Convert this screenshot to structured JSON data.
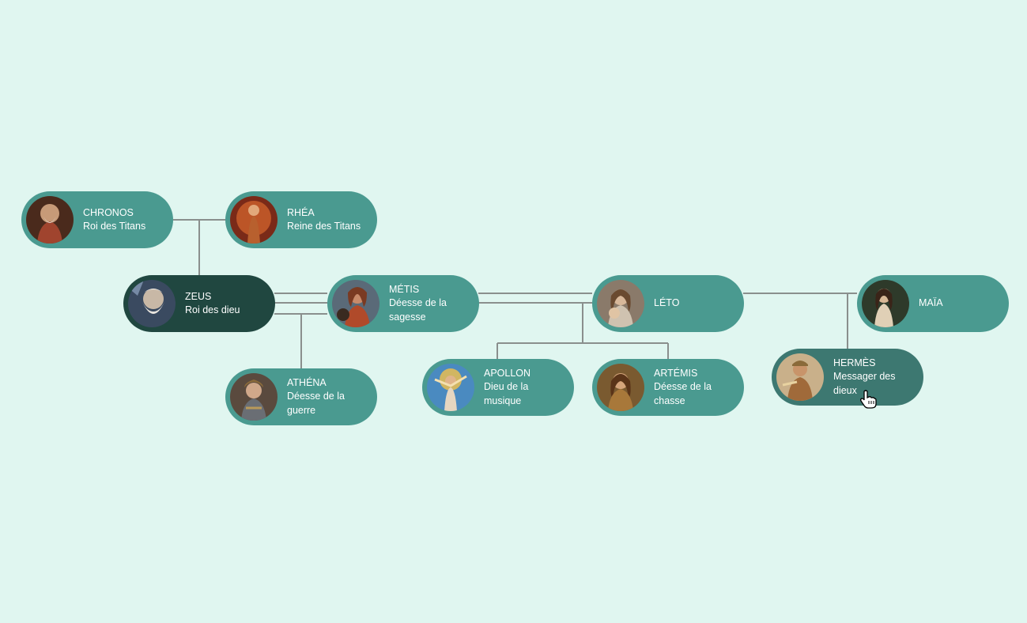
{
  "colors": {
    "background": "#e0f6f0",
    "node": "#4a9a90",
    "node_selected": "#204740",
    "node_hover": "#3d7871",
    "connector": "#8a8f8d",
    "text": "#ffffff"
  },
  "nodes": {
    "chronos": {
      "name": "CHRONOS",
      "title": "Roi des Titans",
      "avatar_icon": "chronos-portrait-icon"
    },
    "rhea": {
      "name": "RHÉA",
      "title": "Reine des Titans",
      "avatar_icon": "rhea-portrait-icon"
    },
    "zeus": {
      "name": "ZEUS",
      "title": "Roi des dieu",
      "avatar_icon": "zeus-portrait-icon",
      "selected": true
    },
    "metis": {
      "name": "MÉTIS",
      "title": "Déesse de la sagesse",
      "avatar_icon": "metis-portrait-icon"
    },
    "athena": {
      "name": "ATHÉNA",
      "title": "Déesse de la guerre",
      "avatar_icon": "athena-portrait-icon"
    },
    "leto": {
      "name": "LÉTO",
      "title": "",
      "avatar_icon": "leto-portrait-icon"
    },
    "apollon": {
      "name": "APOLLON",
      "title": "Dieu de la musique",
      "avatar_icon": "apollon-portrait-icon"
    },
    "artemis": {
      "name": "ARTÉMIS",
      "title": "Déesse de la chasse",
      "avatar_icon": "artemis-portrait-icon"
    },
    "maia": {
      "name": "MAÏA",
      "title": "",
      "avatar_icon": "maia-portrait-icon"
    },
    "hermes": {
      "name": "HERMÈS",
      "title": "Messager des dieux",
      "avatar_icon": "hermes-portrait-icon",
      "hovered": true
    }
  },
  "cursor": {
    "icon": "hand-pointer-icon"
  }
}
